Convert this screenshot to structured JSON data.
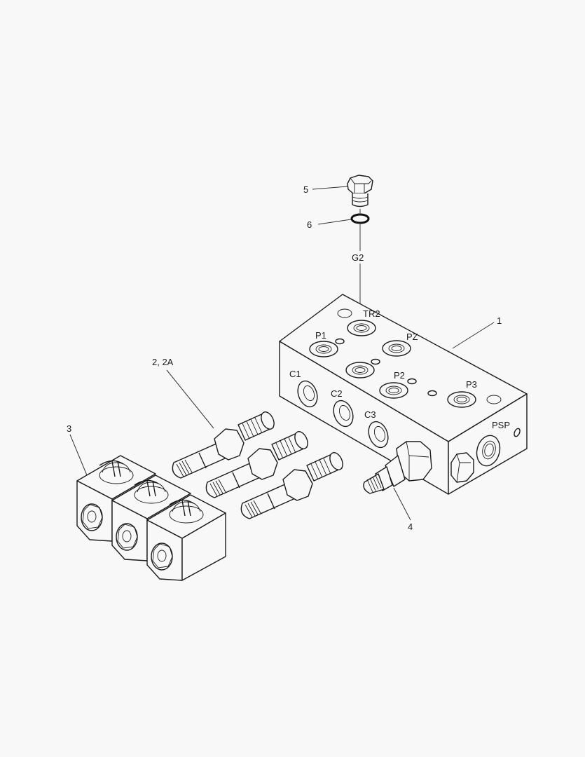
{
  "diagram": {
    "type": "exploded-parts-diagram",
    "background": "#f8f8f8",
    "line_color": "#1a1a1a",
    "callouts": [
      {
        "id": "1",
        "label": "1",
        "part": "valve-manifold-block"
      },
      {
        "id": "2",
        "label": "2, 2A",
        "part": "cartridge-valve"
      },
      {
        "id": "3",
        "label": "3",
        "part": "solenoid-coil"
      },
      {
        "id": "4",
        "label": "4",
        "part": "relief-valve-fitting"
      },
      {
        "id": "5",
        "label": "5",
        "part": "plug"
      },
      {
        "id": "6",
        "label": "6",
        "part": "o-ring"
      }
    ],
    "ports": {
      "g2": "G2",
      "tr2": "TR2",
      "p1": "P1",
      "pz": "PZ",
      "p2": "P2",
      "p3": "P3",
      "c1": "C1",
      "c2": "C2",
      "c3": "C3",
      "psp": "PSP"
    }
  }
}
